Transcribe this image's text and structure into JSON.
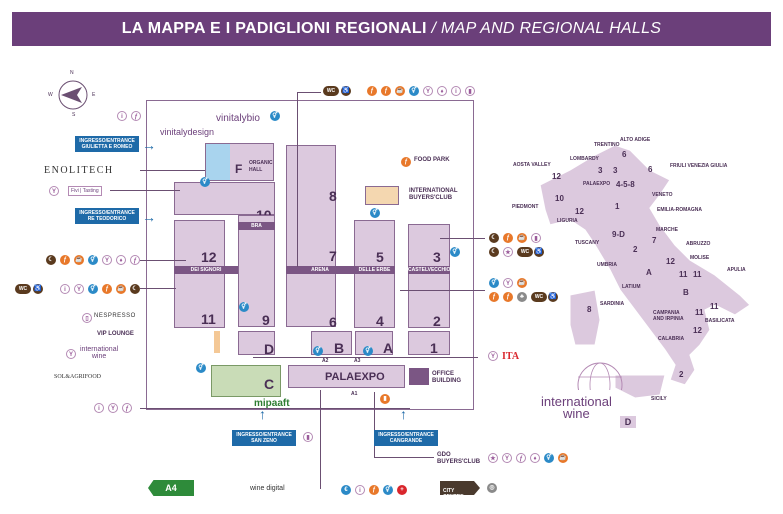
{
  "header": {
    "title_main": "LA MAPPA E I PADIGLIONI REGIONALI",
    "title_sub": "/ MAP AND REGIONAL HALLS"
  },
  "compass": {
    "n": "N",
    "s": "S",
    "e": "E",
    "w": "W"
  },
  "halls": {
    "h1": "1",
    "h2": "2",
    "h3": "3",
    "h4": "4",
    "h5": "5",
    "h6": "6",
    "h7": "7",
    "h8": "8",
    "h9": "9",
    "h10": "10",
    "h11": "11",
    "h12": "12",
    "hA": "A",
    "hB": "B",
    "hC": "C",
    "hD": "D",
    "hF": "F",
    "palaexpo": "PALAEXPO"
  },
  "bands": {
    "dei_signori": "DEI SIGNORI",
    "bra": "BRA",
    "arena": "ARENA",
    "delle_erbe": "DELLE ERBE",
    "castelvecchio": "CASTELVECCHIO"
  },
  "labels": {
    "organic_hall": "ORGANIC\nHALL",
    "food_park": "FOOD PARK",
    "intl_buyers": "INTERNATIONAL\nBUYERS'CLUB",
    "office_building": "OFFICE\nBUILDING",
    "gdo_buyers": "GDO\nBUYERS'CLUB",
    "vip_lounge": "VIP LOUNGE",
    "a1": "A1",
    "a2": "A2",
    "a3": "A3"
  },
  "entrances": {
    "giulietta": "INGRESSO/ENTRANCE\nGIULIETTA E ROMEO",
    "teodorico": "INGRESSO/ENTRANCE\nRE TEODORICO",
    "san_zeno": "INGRESSO/ENTRANCE\nSAN ZENO",
    "cangrande": "INGRESSO/ENTRANCE\nCANGRANDE"
  },
  "logos": {
    "vinitalybio": "vinitalybio",
    "vinitalydesign": "vinitalydesign",
    "enolitech": "ENOLITECH",
    "fivi": "Fivi | Tasting",
    "nespresso": "NESPRESSO",
    "international_wine": "international\nwine",
    "sol": "SOL&AGRIFOOD",
    "mipaaft": "mipaaft",
    "winedigital": "wine digital",
    "ita": "ITA",
    "intl_wine_big": "international\nwine",
    "intl_wine_big_badge": "D"
  },
  "signs": {
    "a4": "A4",
    "city_centre": "CITY\nCENTRE"
  },
  "regions": {
    "aosta": "AOSTA VALLEY",
    "piedmont": "PIEDMONT",
    "liguria": "LIGURIA",
    "lombardy": "LOMBARDY",
    "trentino": "TRENTINO",
    "alto_adige": "ALTO ADIGE",
    "friuli": "FRIULI VENEZIA GIULIA",
    "veneto": "VENETO",
    "palaexpo": "PALAEXPO",
    "emilia": "EMILIA-ROMAGNA",
    "tuscany": "TUSCANY",
    "marche": "MARCHE",
    "umbria": "UMBRIA",
    "abruzzo": "ABRUZZO",
    "lazio": "LATIUM",
    "molise": "MOLISE",
    "apulia": "APULIA",
    "campania": "CAMPANIA\nAND IRPINIA",
    "basilicata": "BASILICATA",
    "sardinia": "SARDINIA",
    "calabria": "CALABRIA",
    "sicily": "SICILY"
  },
  "region_numbers": {
    "aosta": "12",
    "piedmont": "10",
    "liguria": "12",
    "lombardy": "3",
    "trentino": "3",
    "alto_adige": "6",
    "friuli": "6",
    "veneto": "4-5-8",
    "emilia": "1",
    "tuscany": "9-D",
    "marche": "7",
    "umbria": "2",
    "abruzzo": "12",
    "lazio": "A",
    "molise": "11",
    "molise2": "11",
    "apulia": "11",
    "campania": "B",
    "basilicata": "11",
    "sardinia": "8",
    "calabria": "12",
    "sicily": "2"
  },
  "icon_glyphs": {
    "info": "i",
    "food": "ƒ",
    "wc": "WC",
    "shop": "▮",
    "wine": "Y",
    "plus": "+",
    "euro": "€",
    "moon": "☾",
    "star": "★",
    "gear": "⚙"
  }
}
